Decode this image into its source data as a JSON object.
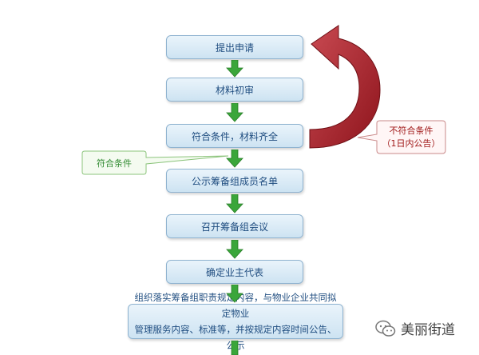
{
  "steps": [
    {
      "label": "提出申请"
    },
    {
      "label": "材料初审"
    },
    {
      "label": "符合条件，材料齐全"
    },
    {
      "label": "公示筹备组成员名单"
    },
    {
      "label": "召开筹备组会议"
    },
    {
      "label": "确定业主代表"
    },
    {
      "line1": "组织落实筹备组职责规定内容，与物业企业共同拟定物业",
      "line2": "管理服务内容、标准等，并按规定内容时间公告、公示"
    }
  ],
  "callouts": {
    "qualified": "符合条件",
    "not_qualified_line1": "不符合条件",
    "not_qualified_line2": "（1日内公告）"
  },
  "watermark": {
    "text": "美丽街道"
  },
  "colors": {
    "arrow_green": "#3aa63a",
    "box_text": "#1f4d80",
    "return_arrow": "#b3222a"
  }
}
